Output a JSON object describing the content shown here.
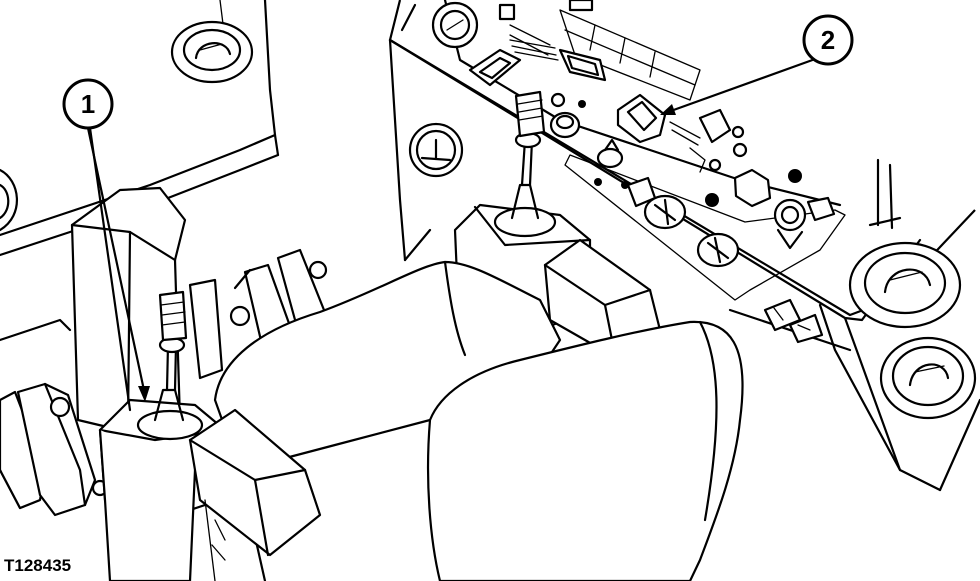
{
  "figure": {
    "id_label": "T128435",
    "callouts": [
      {
        "number": "1"
      },
      {
        "number": "2"
      }
    ],
    "colors": {
      "ink": "#000000",
      "paper": "#ffffff"
    }
  }
}
